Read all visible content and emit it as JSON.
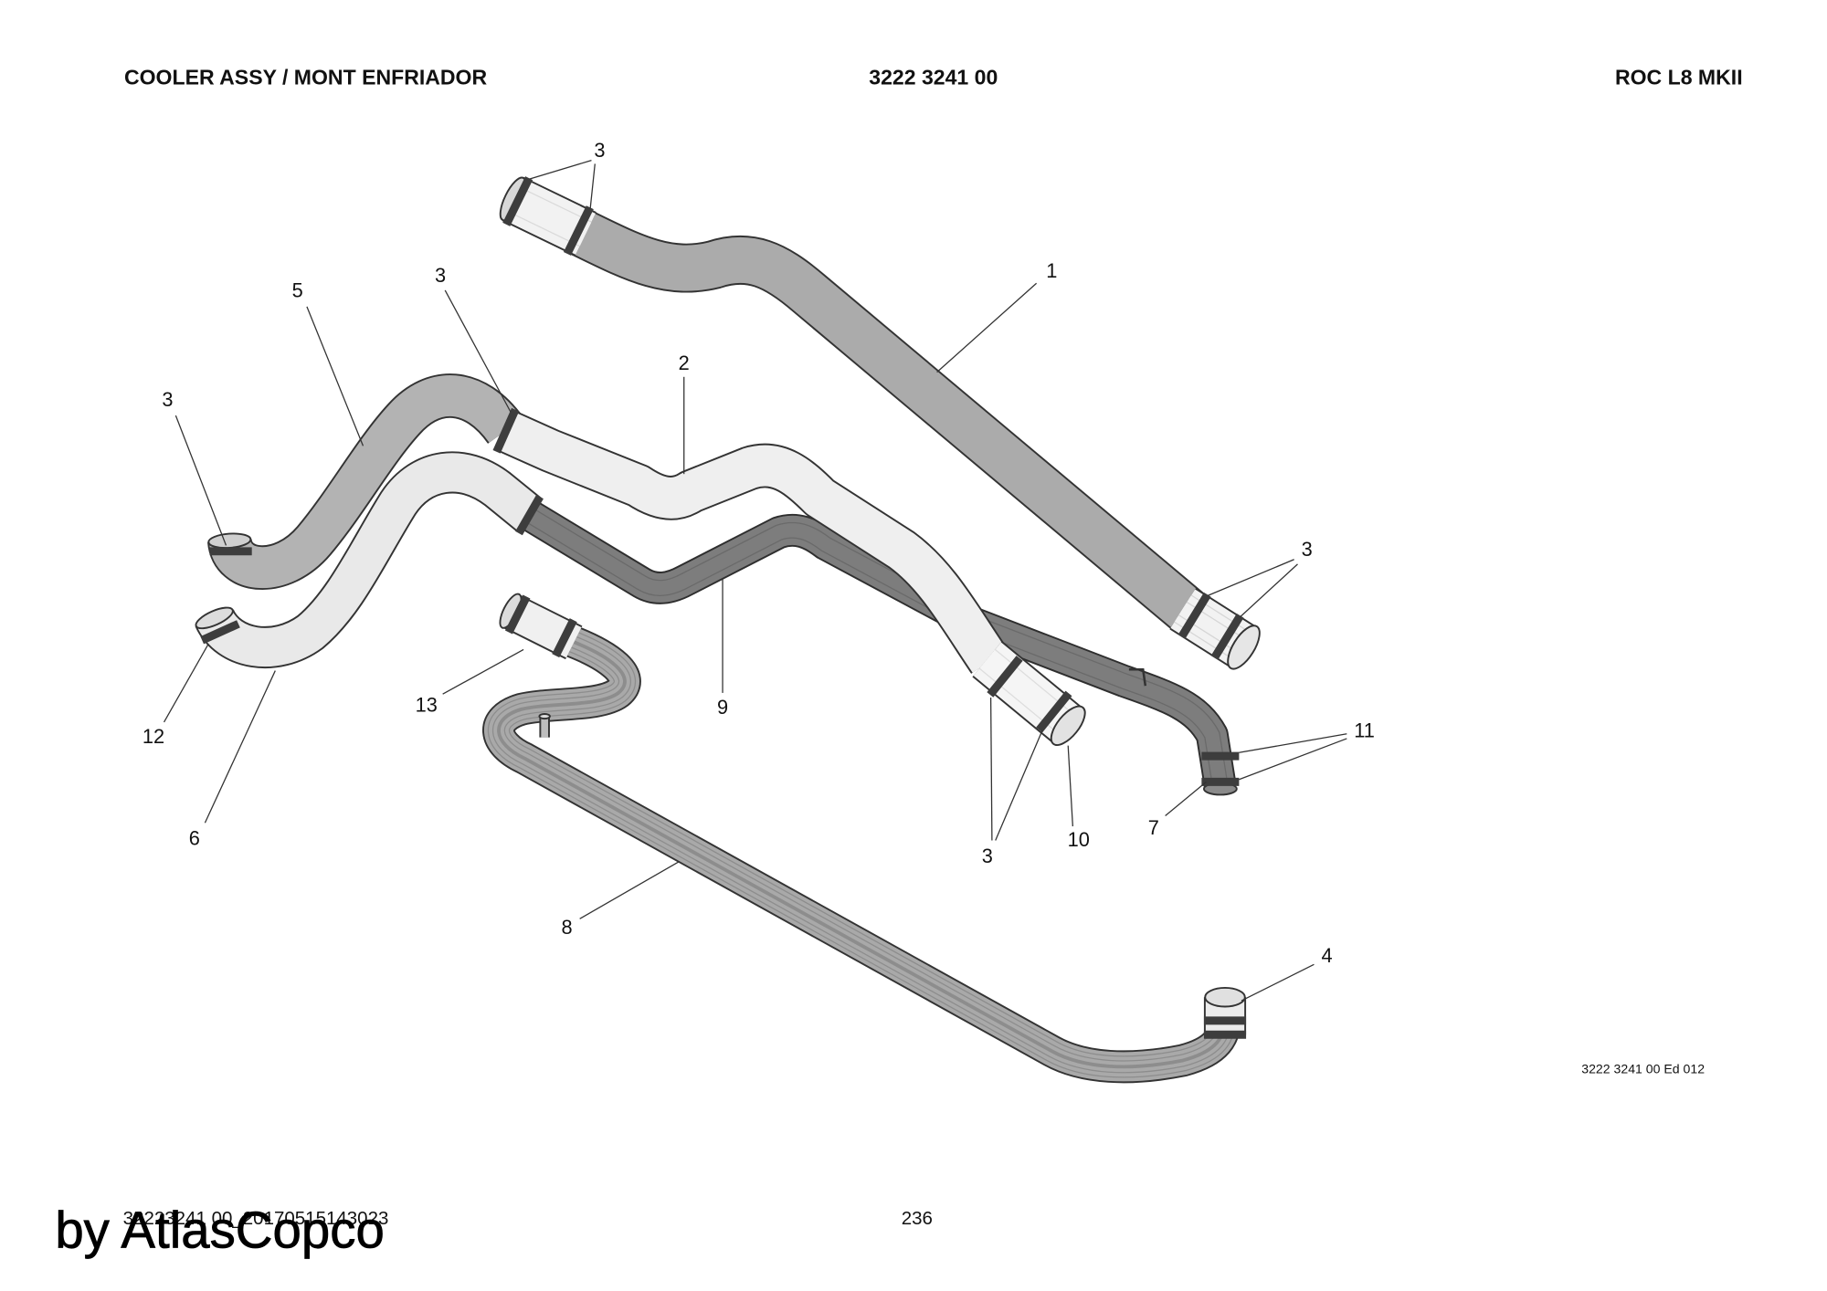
{
  "header": {
    "title": "COOLER ASSY / MONT ENFRIADOR",
    "part_number": "3222 3241 00",
    "model": "ROC L8 MKII"
  },
  "diagram": {
    "callouts": [
      "3",
      "1",
      "3",
      "5",
      "2",
      "3",
      "3",
      "12",
      "6",
      "13",
      "9",
      "11",
      "7",
      "3",
      "10",
      "8",
      "4"
    ],
    "drawing_ref": "3222 3241 00 Ed 012"
  },
  "footer": {
    "document_id": "32223241 00_20170515143023",
    "page_number": "236",
    "watermark": "by AtlasCopco"
  }
}
